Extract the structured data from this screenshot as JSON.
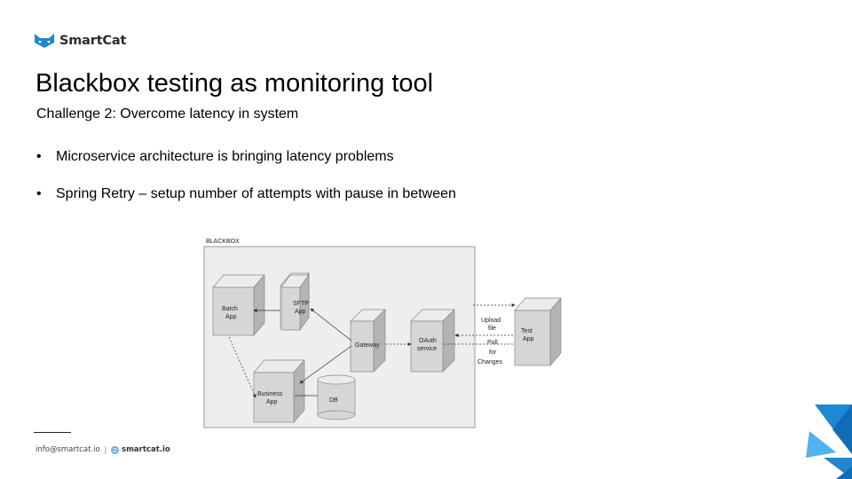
{
  "brand": {
    "name": "SmartCat"
  },
  "slide": {
    "title": "Blackbox testing as monitoring tool",
    "subtitle": "Challenge 2: Overcome latency in system",
    "bullets": [
      "Microservice architecture is bringing latency problems",
      "Spring Retry – setup number of attempts with pause in between"
    ]
  },
  "diagram": {
    "frame_label": "BLACKBOX",
    "nodes": {
      "batch_app": [
        "Batch",
        "App"
      ],
      "sftp_app": [
        "SFTP",
        "App"
      ],
      "gateway": [
        "Gateway"
      ],
      "oauth_service": [
        "OAuth",
        "service"
      ],
      "business_app": [
        "Business",
        "App"
      ],
      "db": [
        "DB"
      ],
      "test_app": [
        "Test",
        "App"
      ]
    },
    "edge_labels": {
      "upload_file": [
        "Upload",
        "file"
      ],
      "poll_for_changes": [
        "Poll",
        "for",
        "Changes"
      ]
    }
  },
  "footer": {
    "email": "info@smartcat.io",
    "separator": "|",
    "website": "smartcat.io"
  },
  "colors": {
    "box_front": "#d6d6d6",
    "box_top": "#ececec",
    "box_side": "#b4b4b4",
    "frame_bg": "#eeeeee",
    "brand_blue": "#1e88d2",
    "brand_light": "#4fb3ef"
  }
}
